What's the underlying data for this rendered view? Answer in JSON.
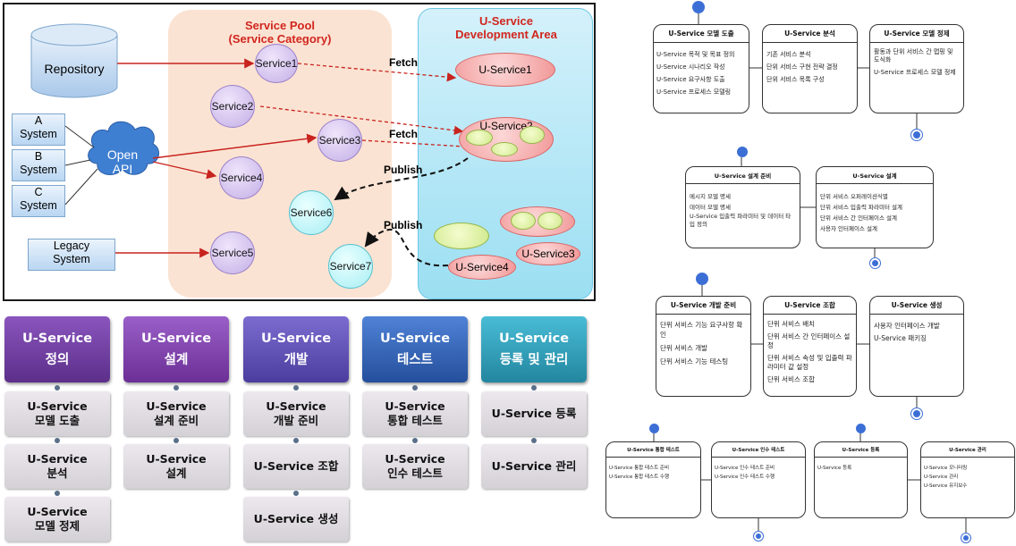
{
  "arch": {
    "pool_title": [
      "Service Pool",
      "(Service Category)"
    ],
    "dev_title": [
      "U-Service",
      "Development Area"
    ],
    "repository": "Repository",
    "systems": [
      [
        "A",
        "System"
      ],
      [
        "B",
        "System"
      ],
      [
        "C",
        "System"
      ]
    ],
    "open_api": [
      "Open",
      "API"
    ],
    "legacy": [
      "Legacy",
      "System"
    ],
    "pool_services": [
      "Service1",
      "Service2",
      "Service3",
      "Service4",
      "Service5"
    ],
    "published_services": [
      "Service6",
      "Service7"
    ],
    "dev_services": [
      "U-Service1",
      "U-Service2",
      "U-Service3",
      "U-Service4"
    ],
    "edges": {
      "fetch1": "Fetch",
      "fetch2": "Fetch",
      "publish1": "Publish",
      "publish2": "Publish"
    }
  },
  "phases": [
    {
      "head": [
        "U-Service",
        "정의"
      ],
      "color": "#6b3a9a",
      "steps": [
        [
          "U-Service",
          "모델 도출"
        ],
        [
          "U-Service",
          "분석"
        ],
        [
          "U-Service",
          "모델 정제"
        ]
      ]
    },
    {
      "head": [
        "U-Service",
        "설계"
      ],
      "color": "#7a3aa6",
      "steps": [
        [
          "U-Service",
          "설계 준비"
        ],
        [
          "U-Service",
          "설계"
        ]
      ]
    },
    {
      "head": [
        "U-Service",
        "개발"
      ],
      "color": "#5d4fb0",
      "steps": [
        [
          "U-Service",
          "개발 준비"
        ],
        [
          "U-Service 조합"
        ],
        [
          "U-Service 생성"
        ]
      ]
    },
    {
      "head": [
        "U-Service",
        "테스트"
      ],
      "color": "#2f62b5",
      "steps": [
        [
          "U-Service",
          "통합 테스트"
        ],
        [
          "U-Service",
          "인수 테스트"
        ]
      ]
    },
    {
      "head": [
        "U-Service",
        "등록 및 관리"
      ],
      "color": "#2d9bb8",
      "steps": [
        [
          "U-Service 등록"
        ],
        [
          "U-Service 관리"
        ]
      ]
    }
  ],
  "state_diagrams": {
    "row1": [
      {
        "title": "U-Service 모델 도출",
        "items": [
          "U-Service 목적 및 목표 정의",
          "U-Service 시나리오 작성",
          "U-Service 요구사항 도출",
          "U-Service 프로세스 모델링"
        ]
      },
      {
        "title": "U-Service 분석",
        "items": [
          "기존 서비스 분석",
          "단위 서비스 구현 전략 결정",
          "단위 서비스 목록 구성"
        ]
      },
      {
        "title": "U-Service 모델 정제",
        "items": [
          "활동과 단위 서비스 간 맵핑 및 도식화",
          "U-Service 프로세스 모델 정제"
        ]
      }
    ],
    "row2": [
      {
        "title": "U-Service 설계 준비",
        "items": [
          "메시지 모델 명세",
          "데이터 모델 명세",
          "U-Service 입출력 파라미터 및 데이터 타입 정의"
        ]
      },
      {
        "title": "U-Service  설계",
        "items": [
          "단위 서비스 오퍼레이션식별",
          "단위 서비스 입출력 파라미터 설계",
          "단위 서비스 간 인터페이스 설계",
          "사용자 인터페이스 설계"
        ]
      }
    ],
    "row3": [
      {
        "title": "U-Service 개발 준비",
        "items": [
          "단위 서비스 기능 요구사항 확인",
          "단위 서비스 개발",
          "단위 서비스 기능 테스팅"
        ]
      },
      {
        "title": "U-Service 조합",
        "items": [
          "단위 서비스 배치",
          "단위 서비스 간 인터페이스 설정",
          "단위 서비스 속성 및 입출력 파라미터 값 설정",
          "단위 서비스 조합"
        ]
      },
      {
        "title": "U-Service 생성",
        "items": [
          "사용자 인터페이스 개발",
          "U-Service 패키징"
        ]
      }
    ],
    "row4": [
      {
        "title": "U-Service 통합 테스트",
        "items": [
          "U-Service 통합 테스트 준비",
          "U-Service 통합 테스트 수행"
        ]
      },
      {
        "title": "U-Service 인수 테스트",
        "items": [
          "U-Service 인수 테스트 준비",
          "U-Service 인수 테스트 수행"
        ]
      },
      {
        "title": "U-Service 등록",
        "items": [
          "U-Service 등록"
        ]
      },
      {
        "title": "U-Service 관리",
        "items": [
          "U-Service 모니터링",
          "U-Service 관리",
          "U-Service 유지보수"
        ]
      }
    ]
  }
}
